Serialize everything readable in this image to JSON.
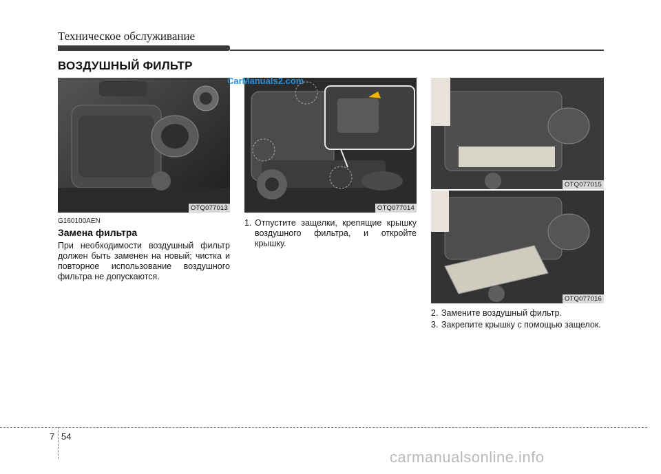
{
  "header": {
    "title": "Техническое обслуживание",
    "section_title": "ВОЗДУШНЫЙ ФИЛЬТР"
  },
  "watermark_top": "CarManuals2.com",
  "photos": [
    {
      "caption": "OTQ077013"
    },
    {
      "caption": "OTQ077014"
    },
    {
      "caption": "OTQ077015"
    },
    {
      "caption": "OTQ077016"
    }
  ],
  "left_column": {
    "code": "G160100AEN",
    "subheading": "Замена фильтра",
    "paragraph": "При необходимости воздушный фильтр должен быть заменен на новый; чистка и повторное использование воздушного фильтра не допускаются."
  },
  "middle_column": {
    "steps": [
      {
        "num": "1.",
        "text": "Отпустите защелки, крепящие крышку воздушного фильтра, и откройте крышку."
      }
    ]
  },
  "right_column": {
    "steps": [
      {
        "num": "2.",
        "text": "Замените воздушный фильтр."
      },
      {
        "num": "3.",
        "text": "Закрепите крышку с помощью защелок."
      }
    ]
  },
  "footer": {
    "chapter": "7",
    "page": "54",
    "watermark": "carmanualsonline.info"
  }
}
